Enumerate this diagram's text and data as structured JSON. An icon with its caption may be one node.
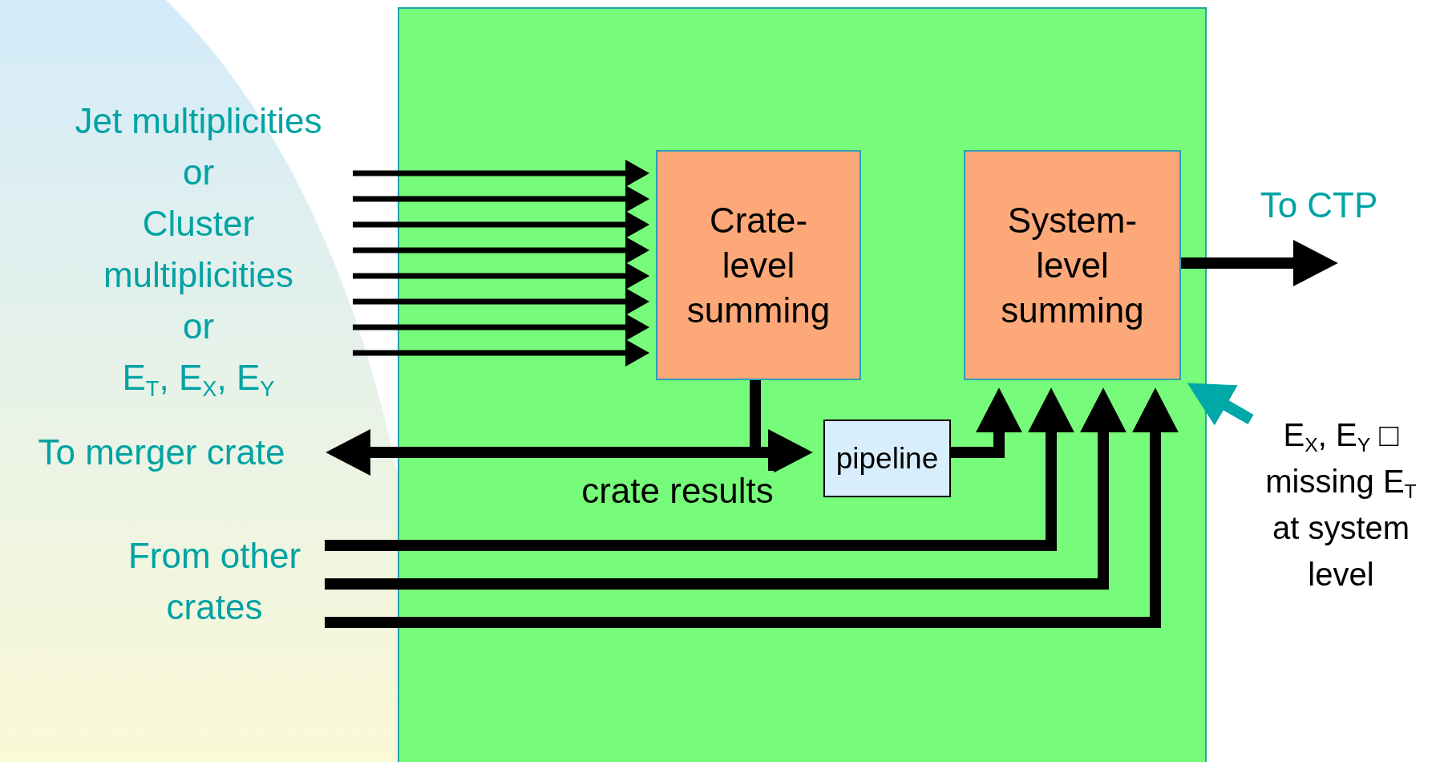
{
  "diagram": {
    "nodes": [
      {
        "text": [],
        "shape": "box"
      },
      {
        "text": [
          "Jet multiplicities",
          "or",
          "Cluster multiplicities",
          "or",
          "E$_{T}$, E$_{X}$, E$_{Y}$"
        ]
      },
      {
        "text": [
          "Crate- level summing"
        ],
        "in": 0
      },
      {
        "text": [
          "System- level summing"
        ],
        "in": 0
      },
      {
        "text": [
          "pipeline"
        ],
        "in": 0
      },
      {
        "text": [
          "To merger crate"
        ]
      },
      {
        "text": [
          "From other crates"
        ]
      },
      {
        "text": [
          "E$_{X}$, E$_{Y}$ □ missing E$_{T}$ at system level"
        ]
      }
    ],
    "edges": [
      {
        "from": 1,
        "to": 2,
        "arrow": "to"
      },
      {
        "from": 1,
        "to": 2,
        "arrow": "to"
      },
      {
        "from": 1,
        "to": 2,
        "arrow": "to"
      },
      {
        "from": 1,
        "to": 2,
        "arrow": "to"
      },
      {
        "from": 1,
        "to": 2,
        "arrow": "to"
      },
      {
        "from": 1,
        "to": 2,
        "arrow": "to"
      },
      {
        "from": 1,
        "to": 2,
        "arrow": "to"
      },
      {
        "from": 1,
        "to": 2,
        "arrow": "to"
      },
      {
        "from": 2,
        "to": 5,
        "arrow": "to",
        "style": "thick"
      },
      {
        "from": 2,
        "to": 4,
        "arrow": "to",
        "style": "thick",
        "label": "crate results"
      },
      {
        "from": 4,
        "to": 3,
        "arrow": "to",
        "style": "thick"
      },
      {
        "from": 6,
        "to": 3,
        "arrow": "to",
        "style": "thick"
      },
      {
        "from": 6,
        "to": 3,
        "arrow": "to",
        "style": "thick"
      },
      {
        "from": 6,
        "to": 3,
        "arrow": "to",
        "style": "thick"
      },
      {
        "from": 3,
        "to": null,
        "arrow": "to",
        "style": "thick",
        "label": "To CTP"
      },
      {
        "from": 7,
        "to": 3,
        "arrow": "to",
        "style": "thick",
        "color": "#00a8a8"
      }
    ]
  }
}
